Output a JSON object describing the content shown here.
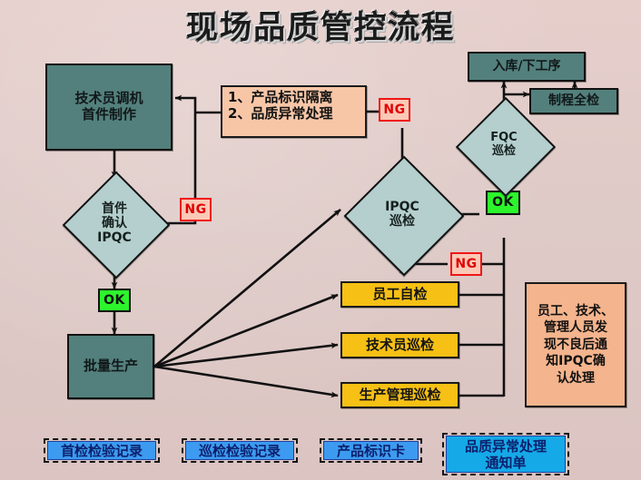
{
  "title": "现场品质管控流程",
  "colors": {
    "background": "#e0c8c5",
    "process_teal": "#53807c",
    "decision_blue": "#b4cfcd",
    "note_orange": "#f7c6a7",
    "note_salmon": "#f4b48d",
    "inspect_yellow": "#f6c014",
    "ng_red": "#f01616",
    "ok_green": "#2cf52c",
    "record_blue": "#3c9bf0",
    "record_cyan": "#15a9e8",
    "line_black": "#111111"
  },
  "nodes": {
    "tech_setup": {
      "label": "技术员调机\n首件制作",
      "line1": "技术员调机",
      "line2": "首件制作",
      "type": "process"
    },
    "note_actions": {
      "line1": "1、产品标识隔离",
      "line2": "2、品质异常处理",
      "type": "note"
    },
    "first_article_check": {
      "line1": "首件",
      "line2": "确认",
      "line3": "IPQC",
      "type": "decision"
    },
    "mass_production": {
      "label": "批量生产",
      "type": "process"
    },
    "ipqc_patrol": {
      "line1": "IPQC",
      "line2": "巡检",
      "type": "decision"
    },
    "fqc_patrol": {
      "line1": "FQC",
      "line2": "巡检",
      "type": "decision"
    },
    "full_inspection": {
      "label": "制程全检",
      "type": "process"
    },
    "warehouse_next": {
      "label": "入库/下工序",
      "type": "process"
    },
    "self_check": {
      "label": "员工自检",
      "type": "inspection"
    },
    "tech_patrol": {
      "label": "技术员巡检",
      "type": "inspection"
    },
    "prod_mgmt_patrol": {
      "label": "生产管理巡检",
      "type": "inspection"
    },
    "notify_note": {
      "line1": "员工、技术、",
      "line2": "管理人员发",
      "line3": "现不良后通",
      "line4": "知IPQC确",
      "line5": "认处理",
      "type": "note"
    }
  },
  "tags": {
    "ng_top": "NG",
    "ng_left": "NG",
    "ng_mid": "NG",
    "ok_left": "OK",
    "ok_right": "OK"
  },
  "records": [
    {
      "name": "first-inspection-record",
      "label": "首检检验记录",
      "style": "b1"
    },
    {
      "name": "patrol-inspection-record",
      "label": "巡检检验记录",
      "style": "b1"
    },
    {
      "name": "product-id-card",
      "label": "产品标识卡",
      "style": "b1"
    },
    {
      "name": "quality-abnormal-notice",
      "line1": "品质异常处理",
      "line2": "通知单",
      "style": "b2"
    }
  ]
}
